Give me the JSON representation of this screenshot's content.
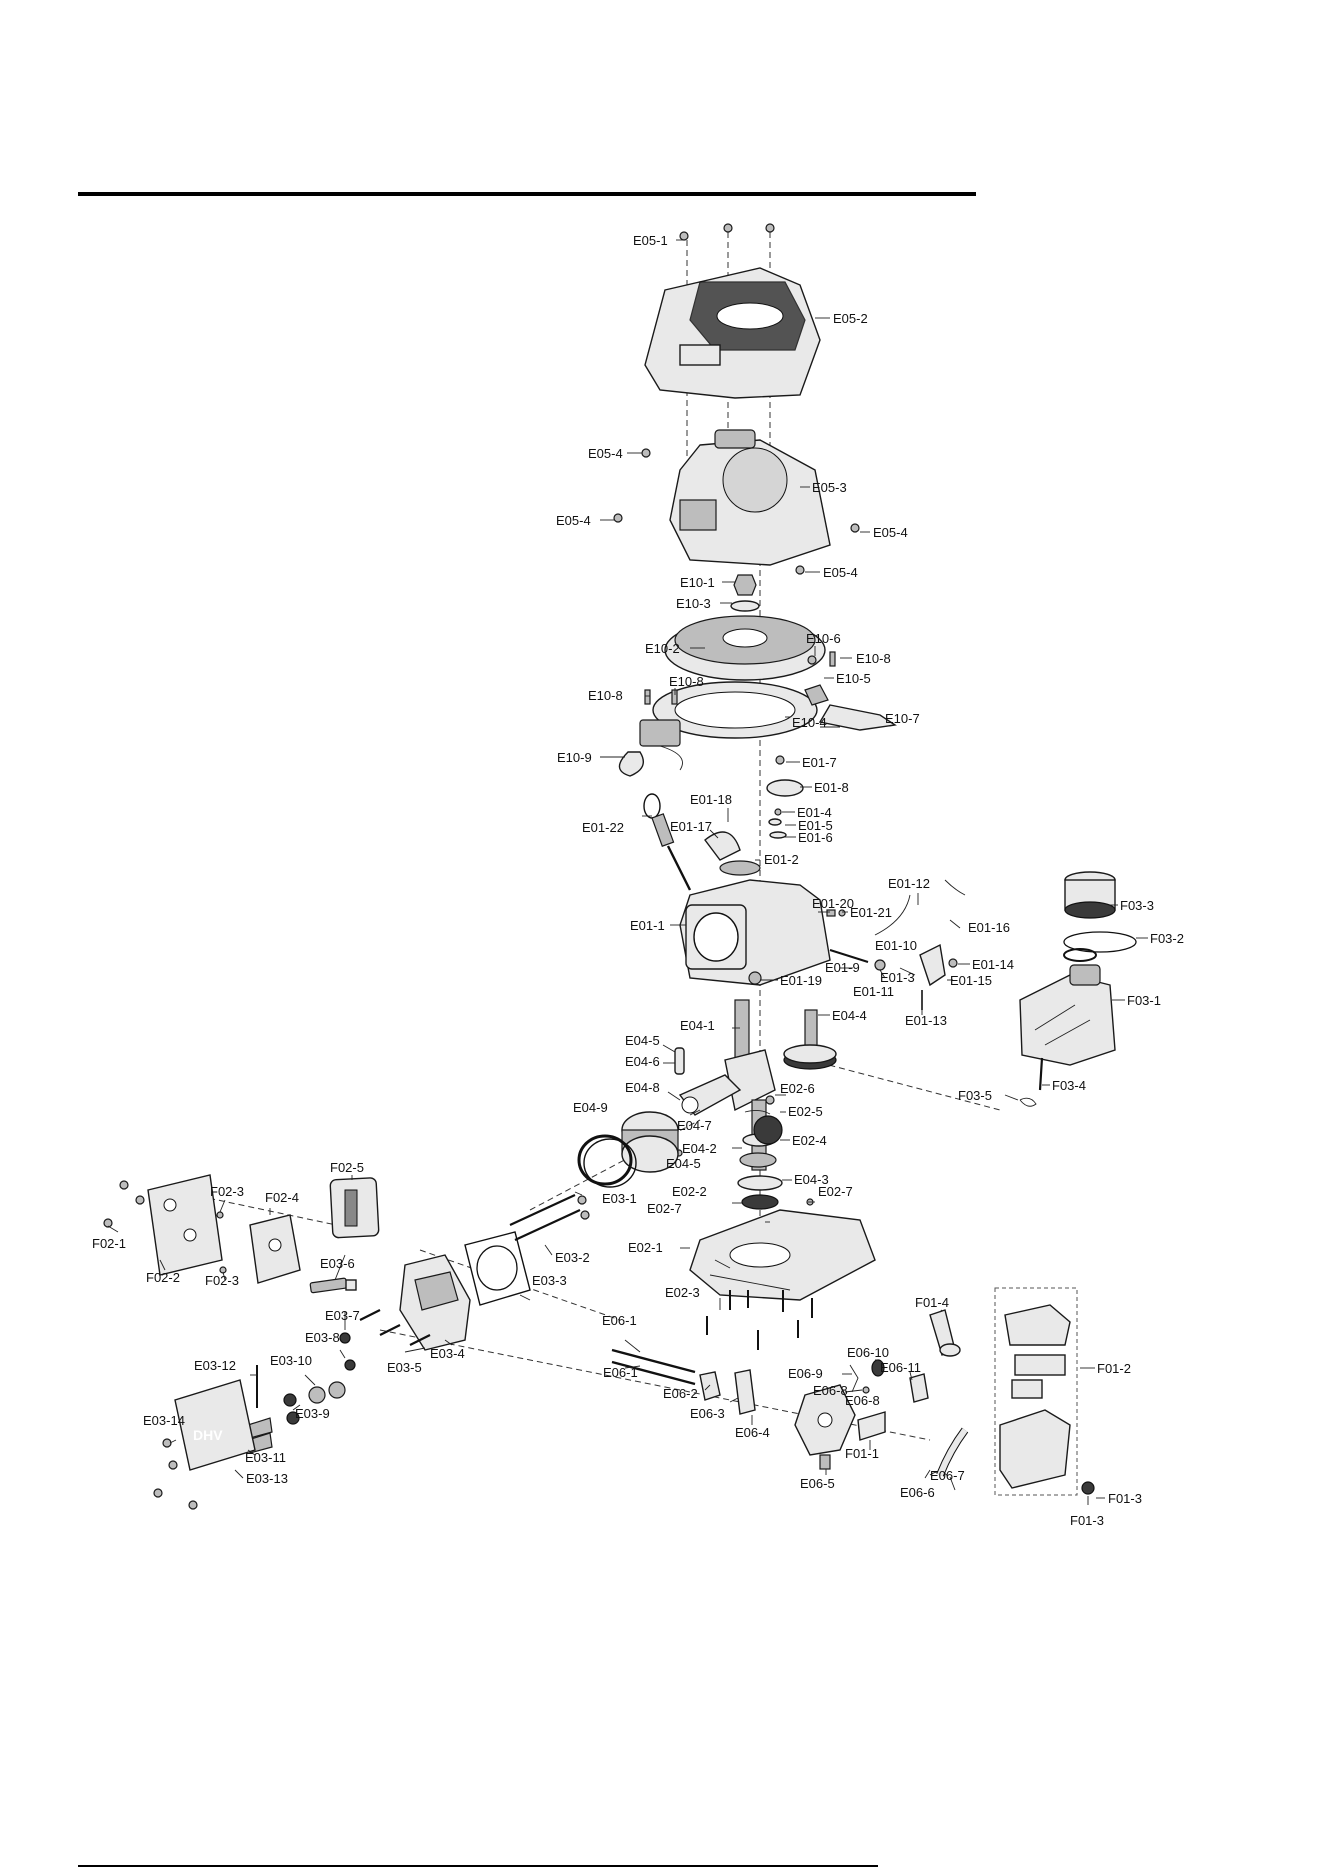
{
  "labels": {
    "E05-1": "E05-1",
    "E05-2": "E05-2",
    "E05-3": "E05-3",
    "E05-4": "E05-4",
    "E10-1": "E10-1",
    "E10-2": "E10-2",
    "E10-3": "E10-3",
    "E10-4": "E10-4",
    "E10-5": "E10-5",
    "E10-6": "E10-6",
    "E10-7": "E10-7",
    "E10-8": "E10-8",
    "E10-9": "E10-9",
    "E01-1": "E01-1",
    "E01-2": "E01-2",
    "E01-3": "E01-3",
    "E01-4": "E01-4",
    "E01-5": "E01-5",
    "E01-6": "E01-6",
    "E01-7": "E01-7",
    "E01-8": "E01-8",
    "E01-9": "E01-9",
    "E01-10": "E01-10",
    "E01-11": "E01-11",
    "E01-12": "E01-12",
    "E01-13": "E01-13",
    "E01-14": "E01-14",
    "E01-15": "E01-15",
    "E01-16": "E01-16",
    "E01-17": "E01-17",
    "E01-18": "E01-18",
    "E01-19": "E01-19",
    "E01-20": "E01-20",
    "E01-21": "E01-21",
    "E01-22": "E01-22",
    "F03-1": "F03-1",
    "F03-2": "F03-2",
    "F03-3": "F03-3",
    "F03-4": "F03-4",
    "F03-5": "F03-5",
    "E04-1": "E04-1",
    "E04-2": "E04-2",
    "E04-3": "E04-3",
    "E04-4": "E04-4",
    "E04-5": "E04-5",
    "E04-6": "E04-6",
    "E04-7": "E04-7",
    "E04-8": "E04-8",
    "E04-9": "E04-9",
    "E02-1": "E02-1",
    "E02-2": "E02-2",
    "E02-3": "E02-3",
    "E02-4": "E02-4",
    "E02-5": "E02-5",
    "E02-6": "E02-6",
    "E02-7": "E02-7",
    "F02-1": "F02-1",
    "F02-2": "F02-2",
    "F02-3": "F02-3",
    "F02-4": "F02-4",
    "F02-5": "F02-5",
    "E03-1": "E03-1",
    "E03-2": "E03-2",
    "E03-3": "E03-3",
    "E03-4": "E03-4",
    "E03-5": "E03-5",
    "E03-6": "E03-6",
    "E03-7": "E03-7",
    "E03-8": "E03-8",
    "E03-9": "E03-9",
    "E03-10": "E03-10",
    "E03-11": "E03-11",
    "E03-12": "E03-12",
    "E03-13": "E03-13",
    "E03-14": "E03-14",
    "E06-1": "E06-1",
    "E06-2": "E06-2",
    "E06-3": "E06-3",
    "E06-4": "E06-4",
    "E06-5": "E06-5",
    "E06-6": "E06-6",
    "E06-7": "E06-7",
    "E06-8": "E06-8",
    "E06-9": "E06-9",
    "E06-10": "E06-10",
    "E06-11": "E06-11",
    "F01-1": "F01-1",
    "F01-2": "F01-2",
    "F01-3": "F01-3",
    "F01-4": "F01-4"
  },
  "logo_text": "DHV"
}
